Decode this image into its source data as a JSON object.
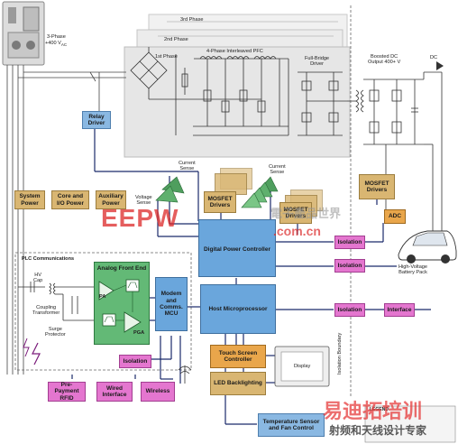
{
  "labels": {
    "input": "3-Phase",
    "input_v": "+400 V",
    "input_sub": "AC",
    "phase3": "3rd Phase",
    "phase2": "2nd Phase",
    "phase1": "1st Phase",
    "pfc": "4-Phase Interleaved PFC",
    "fullbridge": "Full-Bridge",
    "fullbridge2": "Driver",
    "boosted1": "Boosted DC",
    "boosted2": "Output 400+ V",
    "dc": "DC",
    "current_sense": "Current",
    "current_sense2": "Sense",
    "voltage_sense": "Voltage",
    "voltage_sense2": "Sense",
    "plc_title": "PLC Communications",
    "hv": "HV",
    "cap": "Cap",
    "coupling": "Coupling",
    "transformer": "Transformer",
    "surge": "Surge",
    "protector": "Protector",
    "battery1": "High-Voltage",
    "battery2": "Battery Pack",
    "isolation_boundary": "Isolation Boundary",
    "display": "Display",
    "legend": "LEGEND",
    "pa": "PA",
    "pga": "PGA"
  },
  "blocks": {
    "relay": "Relay Driver",
    "system_power": "System Power",
    "core_io_power": "Core and I/O Power",
    "aux_power": "Auxiliary Power",
    "mosfet1": "MOSFET Drivers",
    "mosfet2": "MOSFET Drivers",
    "mosfet3": "MOSFET Drivers",
    "adc": "ADC",
    "dpc": "Digital Power Controller",
    "iso1": "Isolation",
    "iso2": "Isolation",
    "iso3": "Isolation",
    "iso4": "Isolation",
    "afe": "Analog Front End",
    "modem": "Modem and Comms. MCU",
    "host": "Host Microprocessor",
    "interface": "Interface",
    "touch": "Touch Screen Controller",
    "led": "LED Backlighting",
    "prepay": "Pre-Payment RFID",
    "wired": "Wired Interface",
    "wireless": "Wireless",
    "temp": "Temperature Sensor and Fan Control"
  },
  "watermark": {
    "eepw": "EEPW",
    "site": ".com.cn",
    "cn": "電子產品世界",
    "brand": "易迪拓培训",
    "brand_sub": "射频和天线设计专家"
  }
}
